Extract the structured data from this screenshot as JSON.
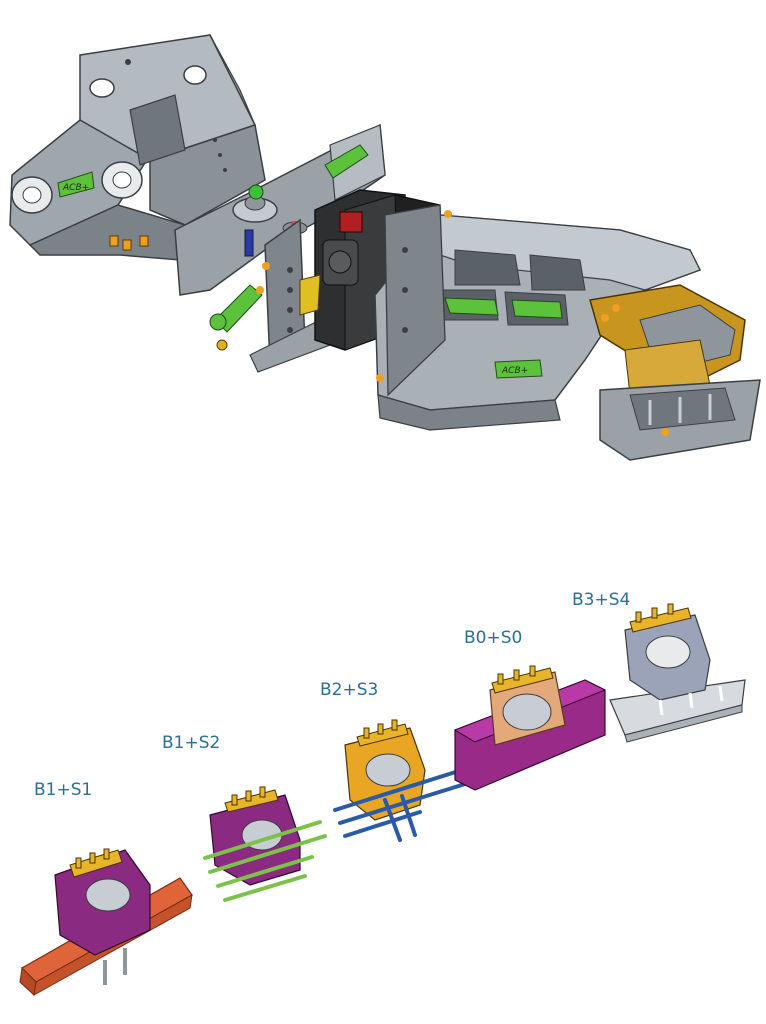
{
  "figure": {
    "top_assembly": {
      "logos": [
        "ACB+",
        "ACB+"
      ]
    },
    "configurations": [
      {
        "label": "B1+S1",
        "bracket_color": "#8a2a80",
        "stick_color": "#e0643a"
      },
      {
        "label": "B1+S2",
        "bracket_color": "#8a2a80",
        "stick_color": "#7cc24a"
      },
      {
        "label": "B2+S3",
        "bracket_color": "#e8a624",
        "stick_color": "#2a5aa8"
      },
      {
        "label": "B0+S0",
        "bracket_color": "#e4a97a",
        "stick_color": "#9a2a88"
      },
      {
        "label": "B3+S4",
        "bracket_color": "#9aa3b8",
        "stick_color": "#d7dbe0"
      }
    ]
  }
}
